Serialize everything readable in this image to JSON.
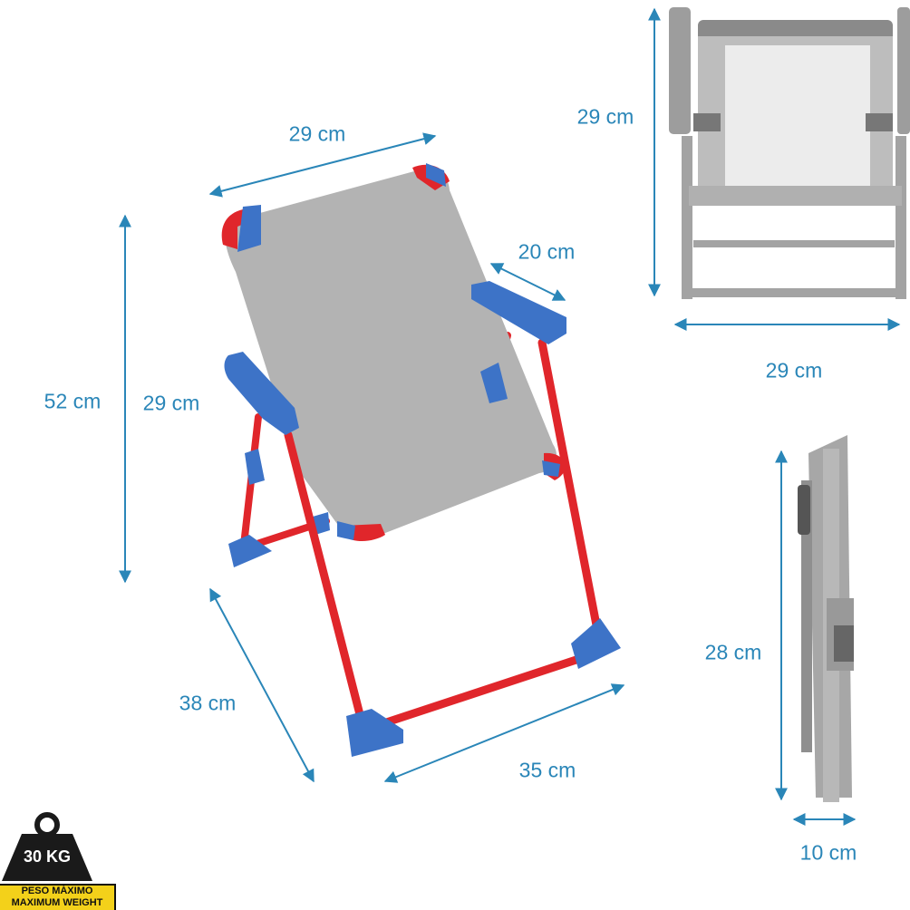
{
  "dimensions": {
    "chair_top_width": "29 cm",
    "armrest_length": "20 cm",
    "total_height": "52 cm",
    "backrest_height": "29 cm",
    "depth": "38 cm",
    "base_width": "35 cm",
    "folded_front_height": "29 cm",
    "folded_front_width": "29 cm",
    "folded_side_height": "28 cm",
    "folded_side_thickness": "10 cm"
  },
  "weight_badge": {
    "weight": "30 KG",
    "label_es": "PESO MÁXIMO",
    "label_en": "MAXIMUM WEIGHT"
  },
  "colors": {
    "dimension_line": "#2a86b8",
    "fabric_grey": "#b3b3b3",
    "frame_red": "#e0262b",
    "plastic_blue": "#3d73c7",
    "badge_yellow": "#f3d11a"
  }
}
